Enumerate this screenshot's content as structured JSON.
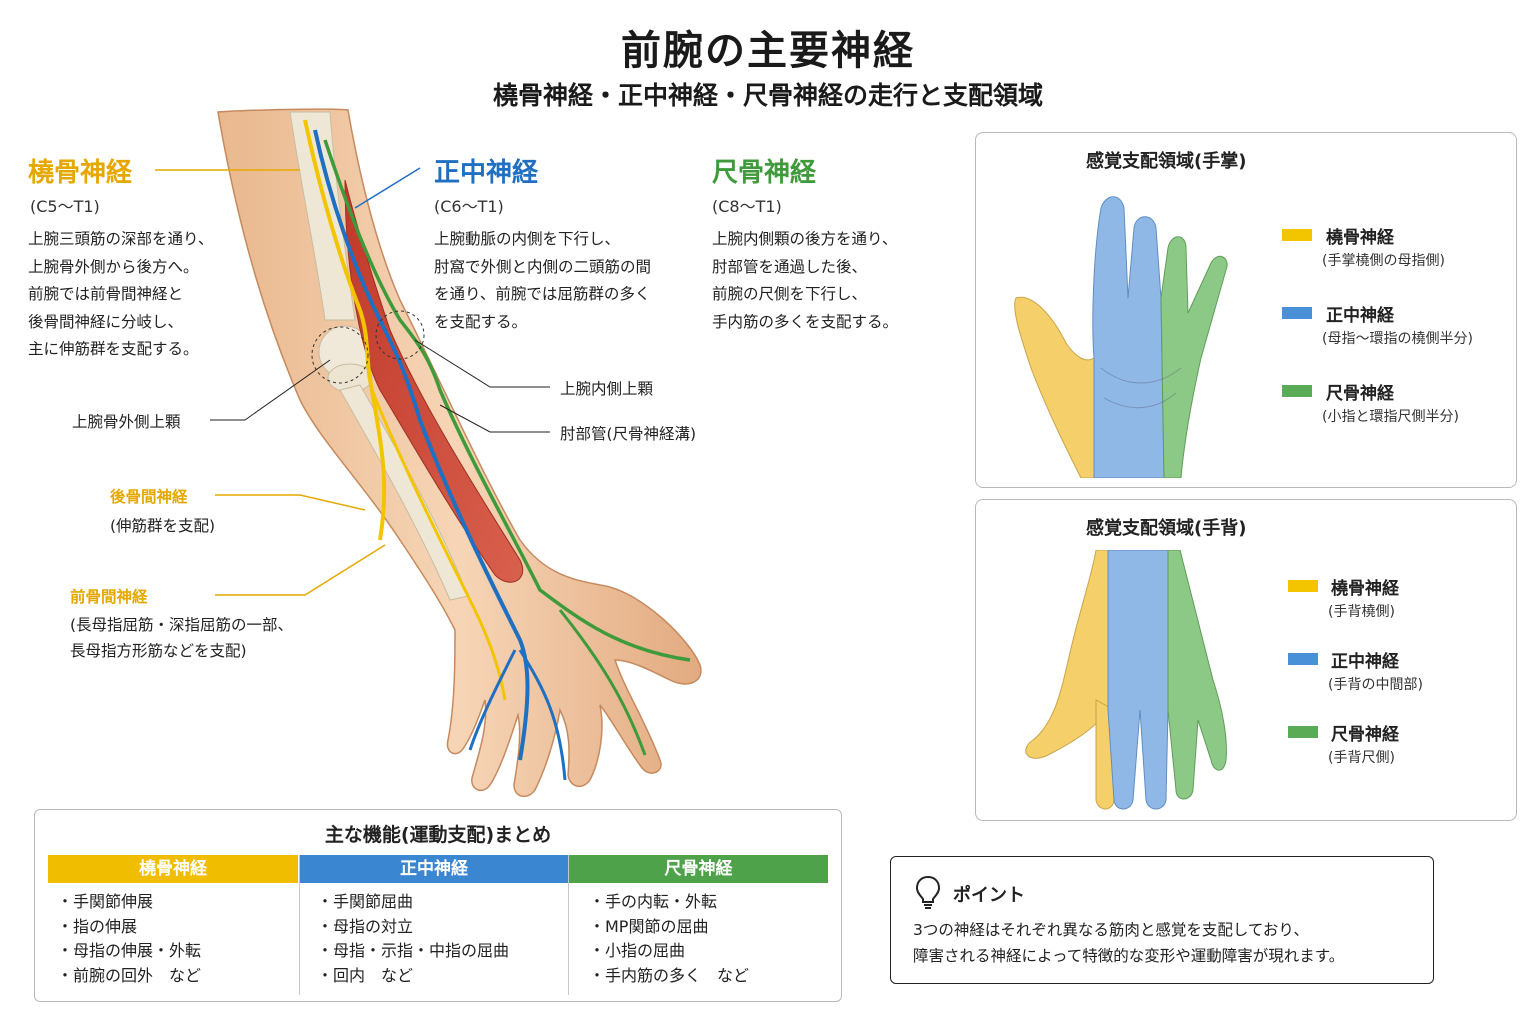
{
  "title": "前腕の主要神経",
  "subtitle": "橈骨神経・正中神経・尺骨神経の走行と支配領域",
  "colors": {
    "radial": "#e6a800",
    "median": "#1f6fc2",
    "ulnar": "#3e9a3a"
  },
  "nerves": {
    "radial": {
      "name": "橈骨神経",
      "range": "(C5〜T1)",
      "desc": "上腕三頭筋の深部を通り、\n上腕骨外側から後方へ。\n前腕では前骨間神経と\n後骨間神経に分岐し、\n主に伸筋群を支配する。"
    },
    "median": {
      "name": "正中神経",
      "range": "(C6〜T1)",
      "desc": "上腕動脈の内側を下行し、\n肘窩で外側と内側の二頭筋の間\nを通り、前腕では屈筋群の多く\nを支配する。"
    },
    "ulnar": {
      "name": "尺骨神経",
      "range": "(C8〜T1)",
      "desc": "上腕内側顆の後方を通り、\n肘部管を通過した後、\n前腕の尺側を下行し、\n手内筋の多くを支配する。"
    }
  },
  "labels": {
    "lateral_epicondyle": "上腕骨外側上顆",
    "medial_epicondyle": "上腕内側上顆",
    "cubital_tunnel": "肘部管(尺骨神経溝)",
    "posterior_interosseous": "後骨間神経",
    "posterior_interosseous_note": "(伸筋群を支配)",
    "anterior_interosseous": "前骨間神経",
    "anterior_interosseous_note": "(長母指屈筋・深指屈筋の一部、\n長母指方形筋などを支配)"
  },
  "palm_panel": {
    "title": "感覚支配領域(手掌)",
    "legend": [
      {
        "name": "橈骨神経",
        "note": "(手掌橈側の母指側)",
        "color": "#f2c500"
      },
      {
        "name": "正中神経",
        "note": "(母指〜環指の橈側半分)",
        "color": "#4a90d9"
      },
      {
        "name": "尺骨神経",
        "note": "(小指と環指尺側半分)",
        "color": "#5aab55"
      }
    ]
  },
  "dorsal_panel": {
    "title": "感覚支配領域(手背)",
    "legend": [
      {
        "name": "橈骨神経",
        "note": "(手背橈側)",
        "color": "#f2c500"
      },
      {
        "name": "正中神経",
        "note": "(手背の中間部)",
        "color": "#4a90d9"
      },
      {
        "name": "尺骨神経",
        "note": "(手背尺側)",
        "color": "#5aab55"
      }
    ]
  },
  "summary": {
    "title": "主な機能(運動支配)まとめ",
    "columns": [
      {
        "name": "橈骨神経",
        "color": "#f0bd00",
        "items": [
          "・手関節伸展",
          "・指の伸展",
          "・母指の伸展・外転",
          "・前腕の回外　など"
        ]
      },
      {
        "name": "正中神経",
        "color": "#3b86d1",
        "items": [
          "・手関節屈曲",
          "・母指の対立",
          "・母指・示指・中指の屈曲",
          "・回内　など"
        ]
      },
      {
        "name": "尺骨神経",
        "color": "#4ea34a",
        "items": [
          "・手の内転・外転",
          "・MP関節の屈曲",
          "・小指の屈曲",
          "・手内筋の多く　など"
        ]
      }
    ]
  },
  "point": {
    "title": "ポイント",
    "text": "3つの神経はそれぞれ異なる筋肉と感覚を支配しており、\n障害される神経によって特徴的な変形や運動障害が現れます。"
  }
}
